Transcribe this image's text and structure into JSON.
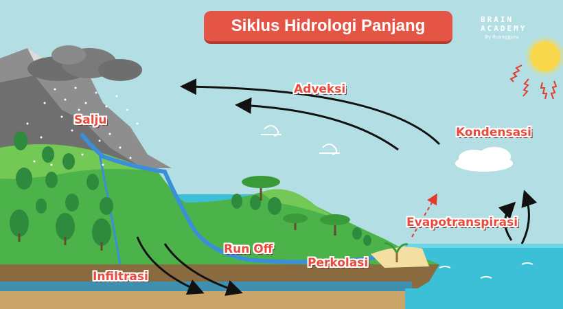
{
  "title": "Siklus Hidrologi Panjang",
  "brand": {
    "line1": "BRAIN",
    "line2": "ACADEMY",
    "byline": "By Ruangguru"
  },
  "labels": {
    "salju": "Salju",
    "adveksi": "Adveksi",
    "kondensasi": "Kondensasi",
    "evapotranspirasi": "Evapotranspirasi",
    "run_off": "Run Off",
    "perkolasi": "Perkolasi",
    "infiltrasi": "Infiltrasi"
  },
  "colors": {
    "title_bg": "#e45545",
    "label_text": "#e84a3c",
    "sky": "#b3dfe4",
    "sea": "#3cc0d8",
    "land": "#4bb34a",
    "river": "#3b8fd9",
    "sun": "#f9d84a"
  }
}
